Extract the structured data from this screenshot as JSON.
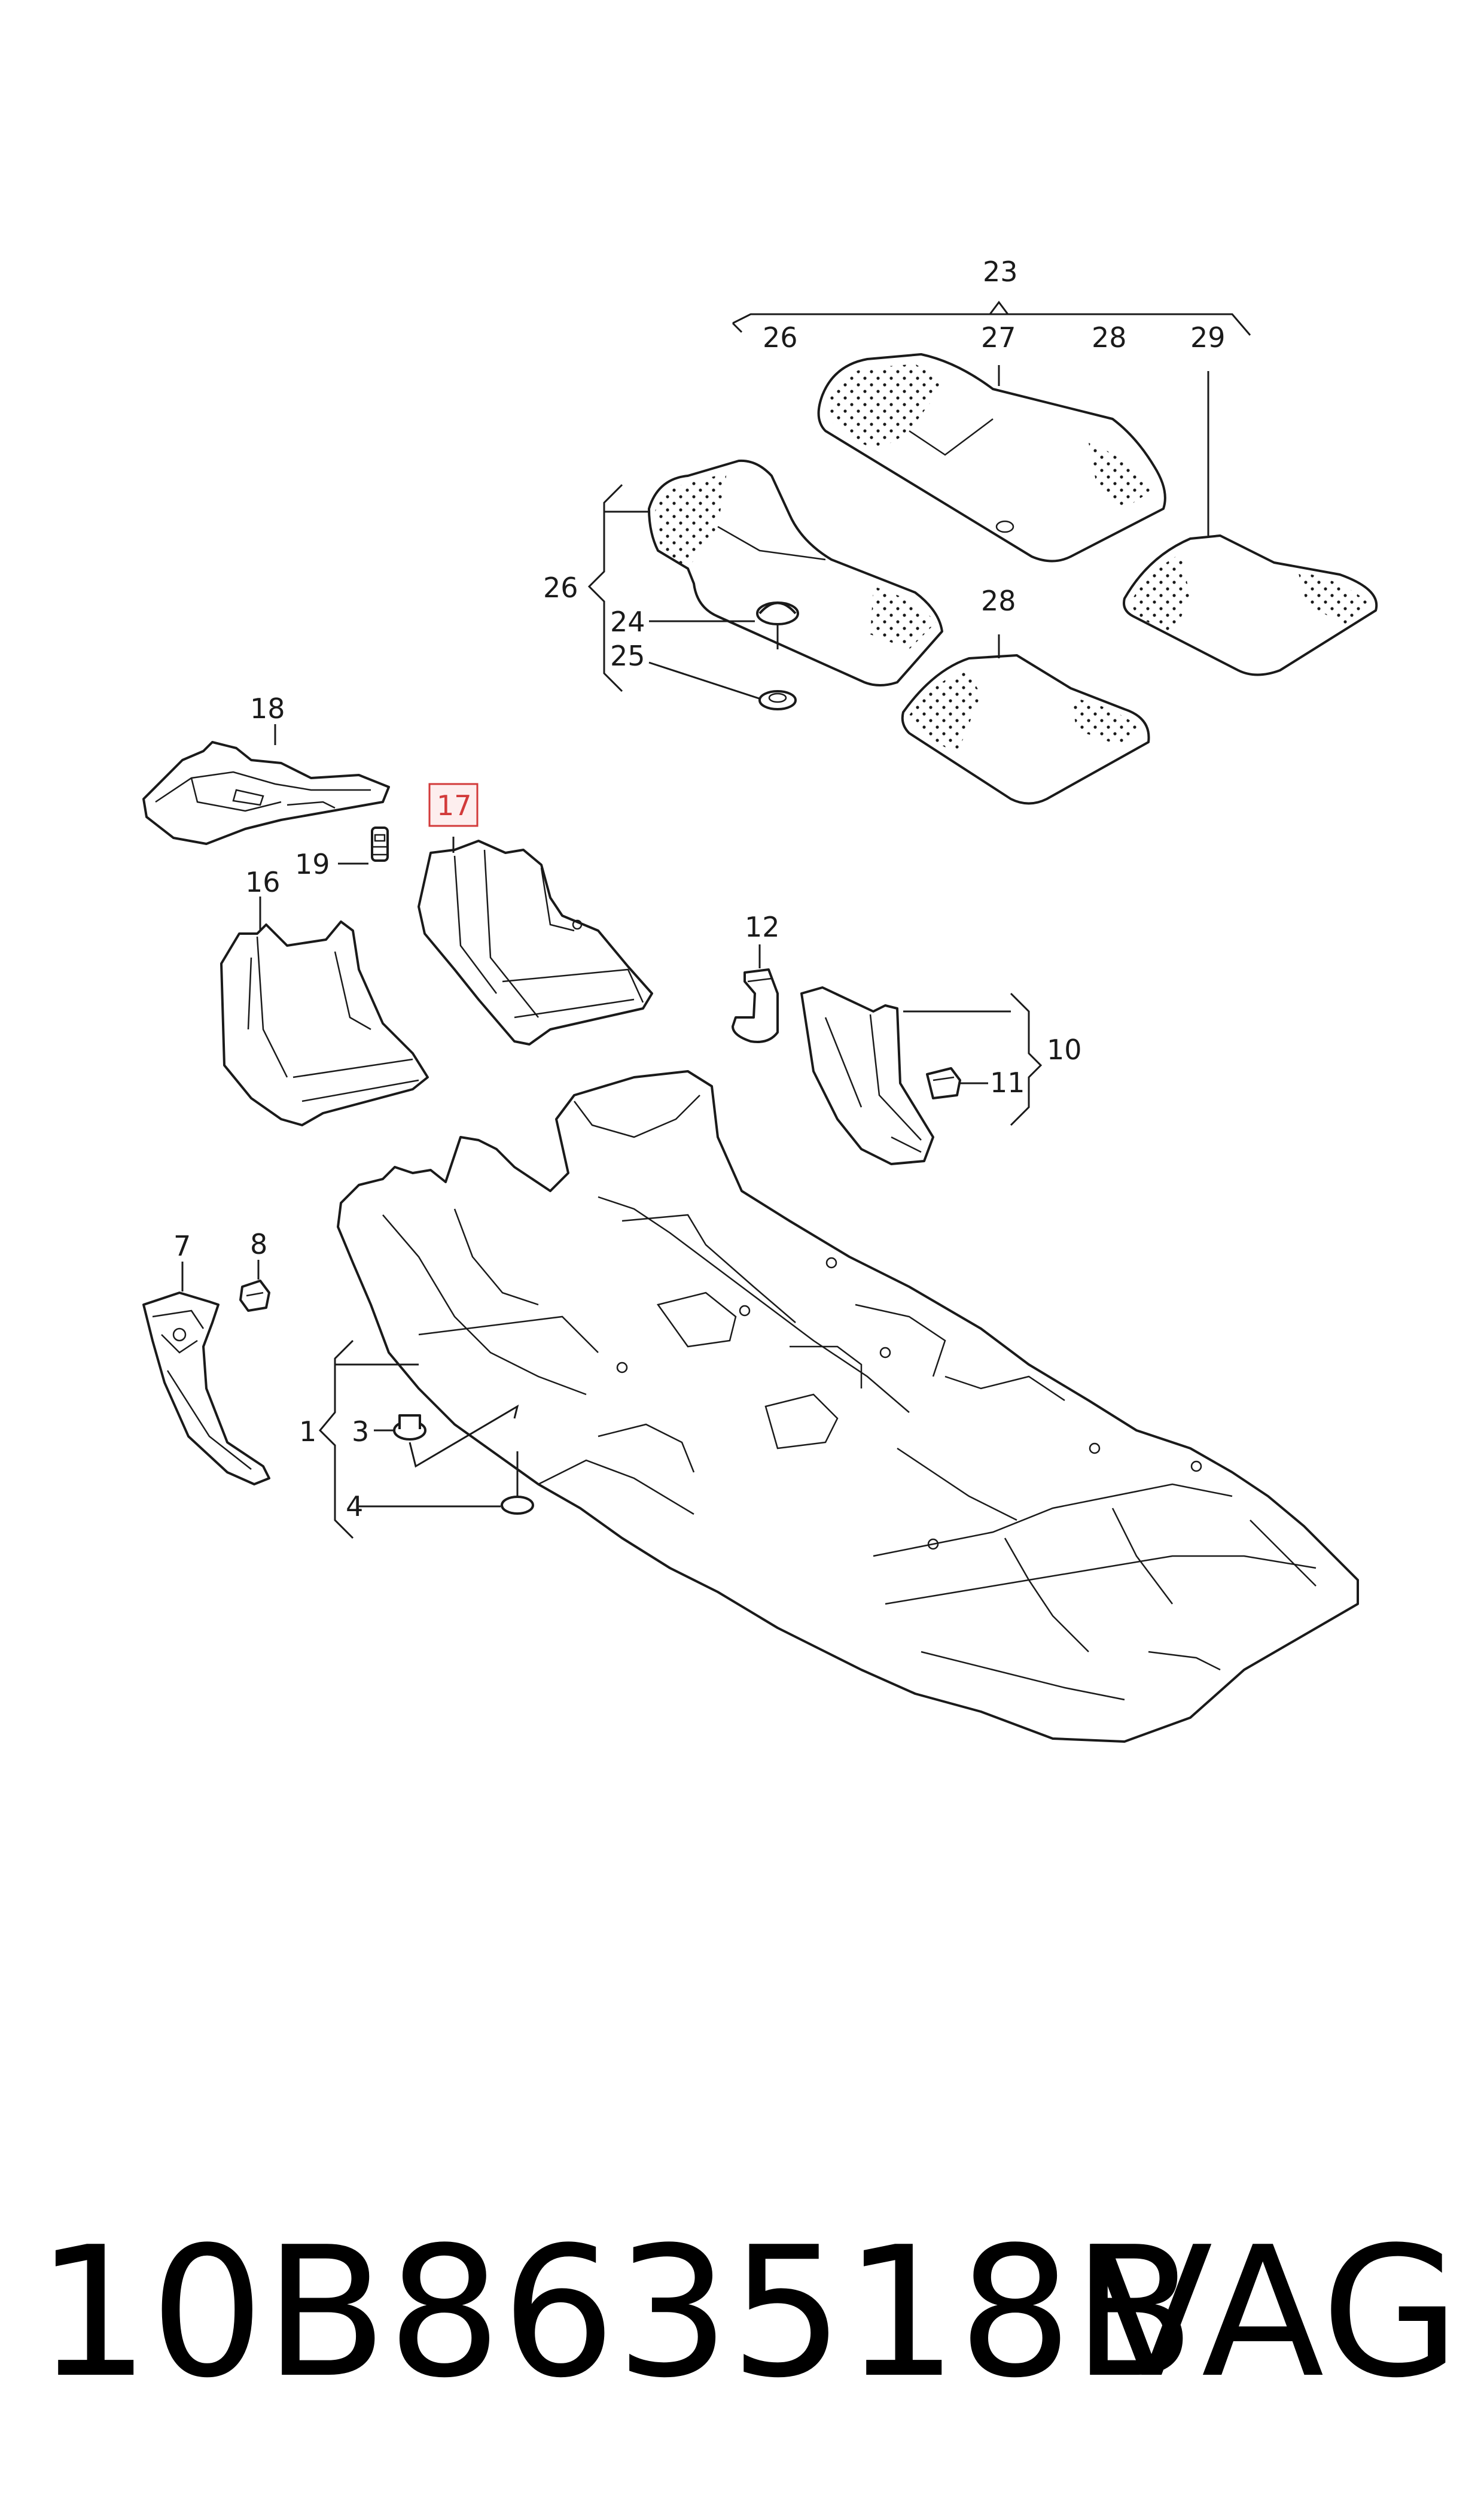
{
  "callouts": {
    "c1": "1",
    "c3": "3",
    "c4": "4",
    "c7": "7",
    "c8": "8",
    "c10": "10",
    "c11": "11",
    "c12": "12",
    "c16": "16",
    "c17": "17",
    "c18": "18",
    "c19": "19",
    "c23": "23",
    "c24": "24",
    "c25": "25",
    "c26a": "26",
    "c26b": "26",
    "c27": "27",
    "c28a": "28",
    "c28b": "28",
    "c29": "29"
  },
  "highlighted_callout": "17",
  "colors": {
    "highlight_stroke": "#d23a3a",
    "highlight_fill": "#fdeeee",
    "line": "#1a1a1a"
  },
  "footer": {
    "part_number": "10B863518B",
    "brand": "VAG"
  }
}
